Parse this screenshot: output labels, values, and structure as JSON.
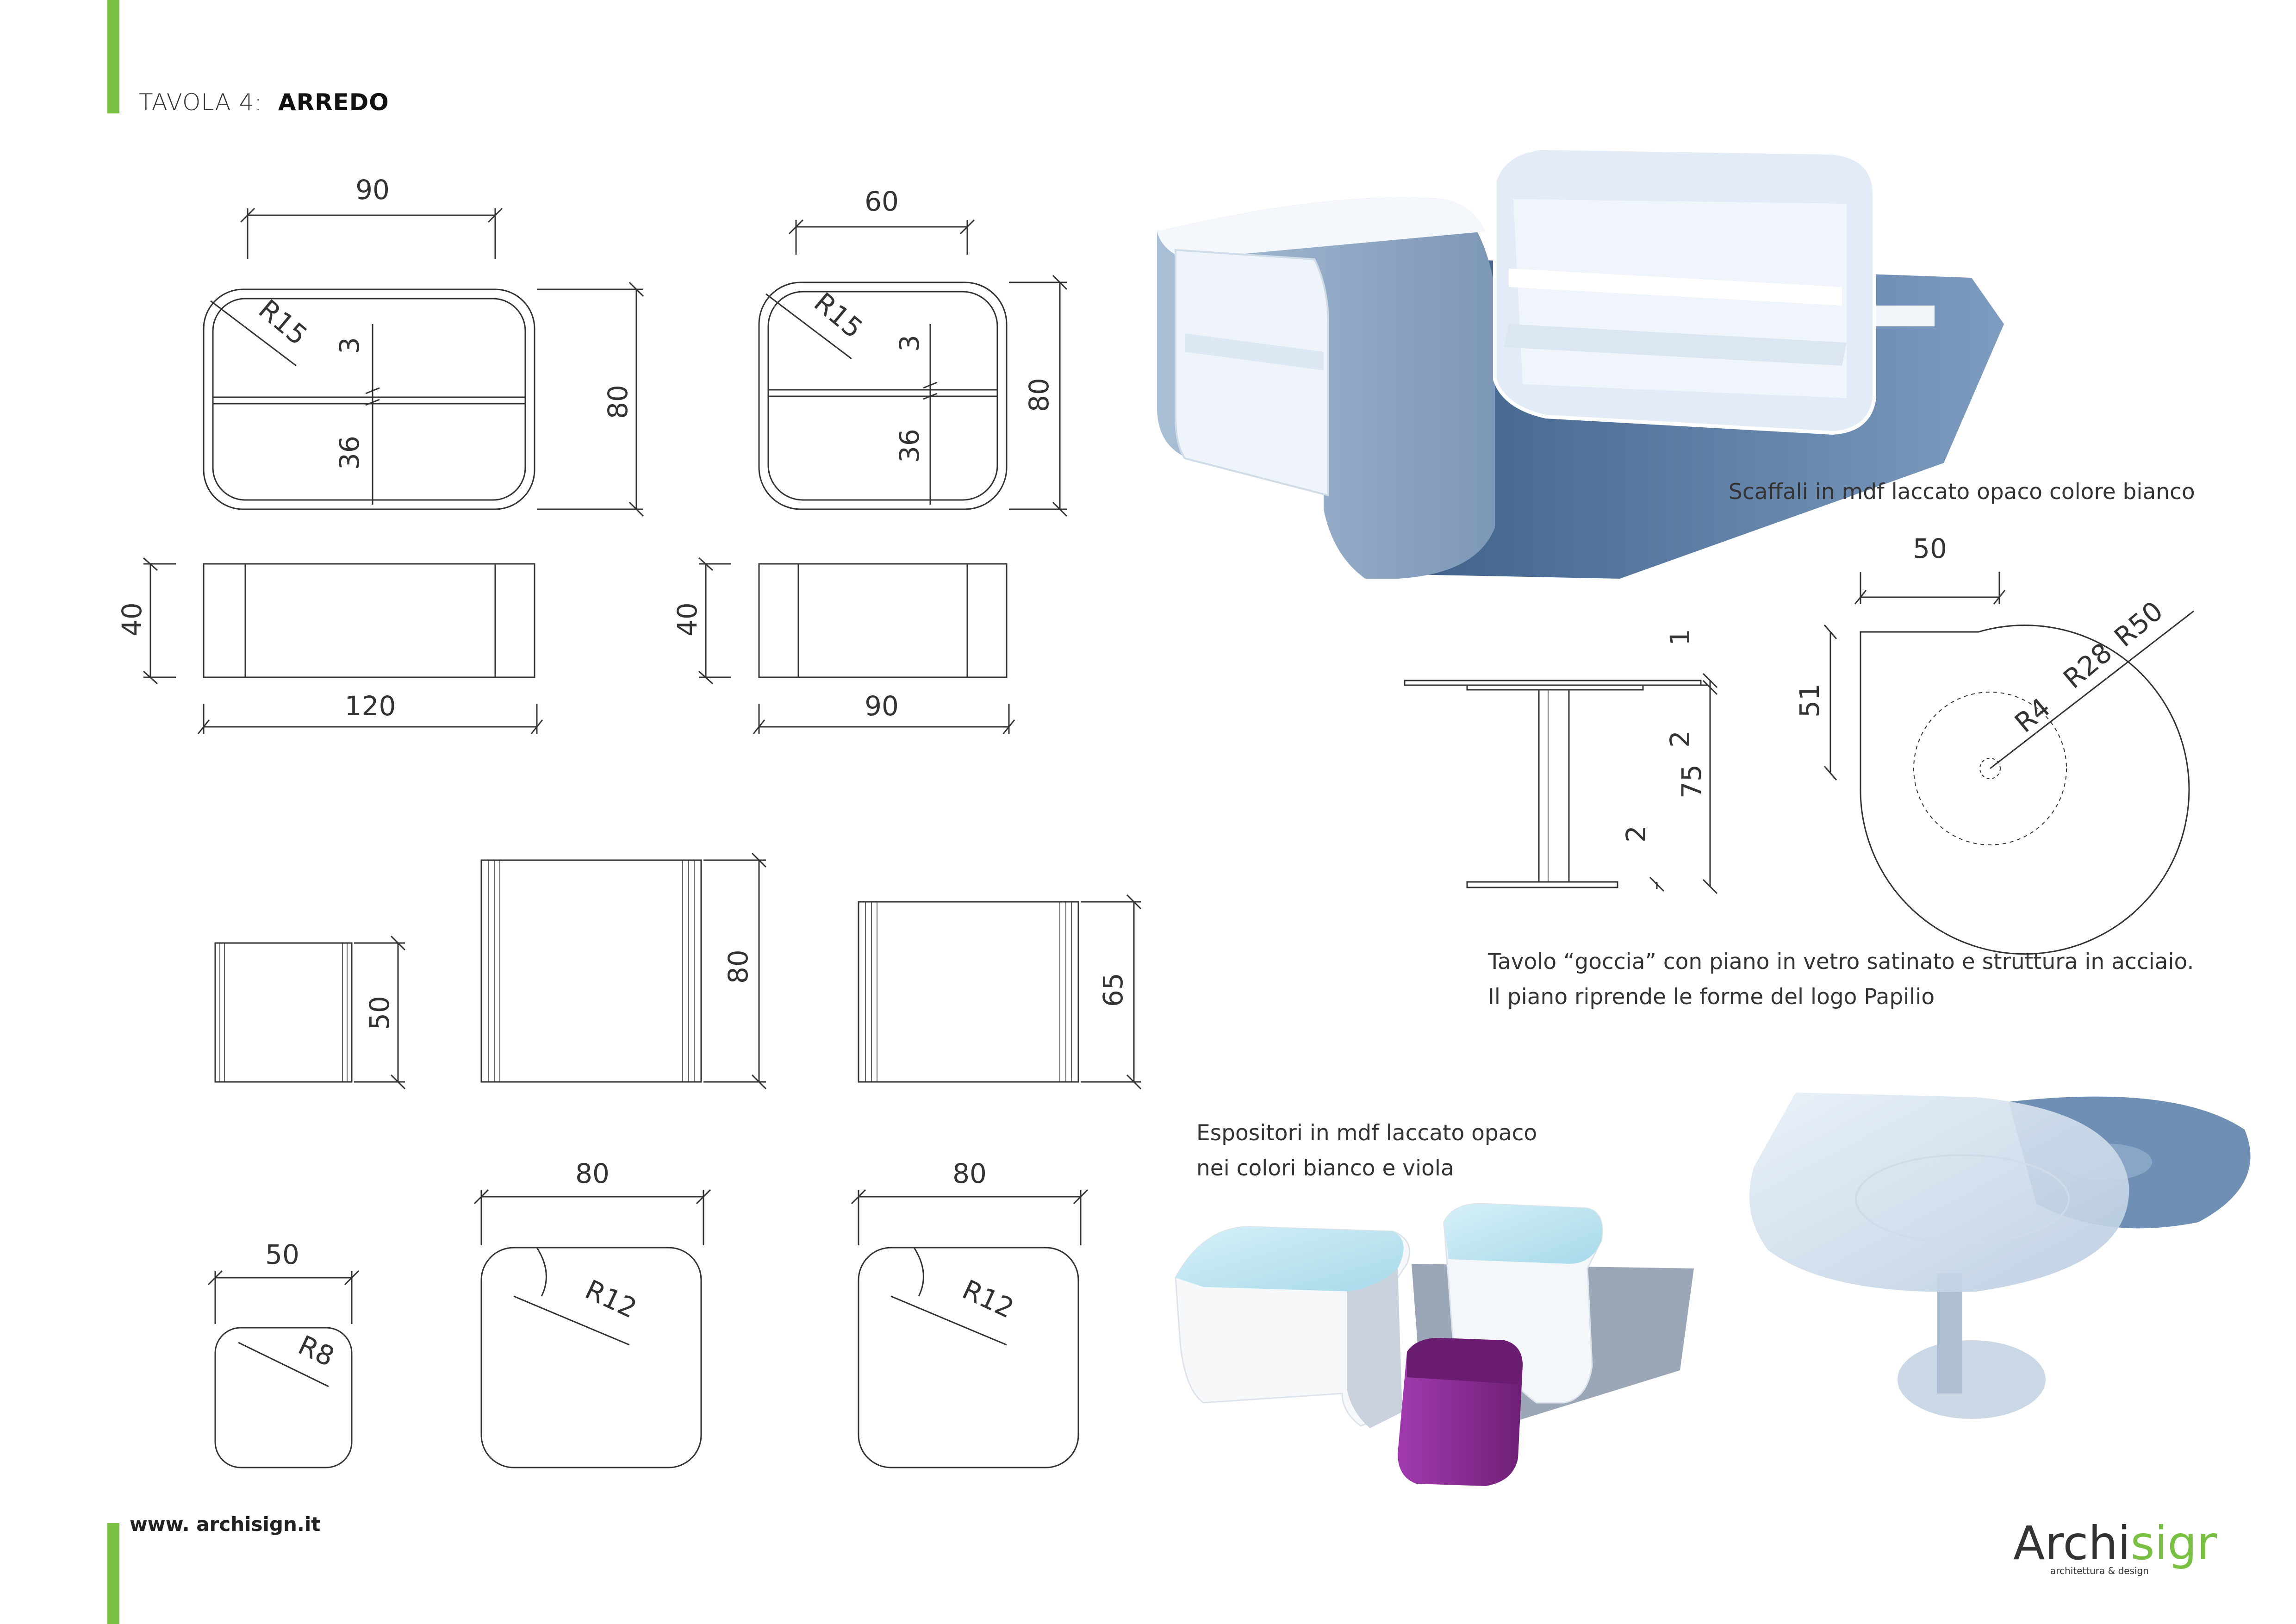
{
  "header": {
    "sheet_label": "TAVOLA 4:",
    "sheet_title": "ARREDO"
  },
  "footer": {
    "website": "www. archisign.it"
  },
  "logo": {
    "brand_part1": "rchi",
    "brand_part2": "sign",
    "brand_a": "A",
    "tagline": "architettura & design",
    "colors": {
      "dark": "#333333",
      "green": "#7ac143"
    }
  },
  "captions": {
    "shelves": "Scaffali in mdf laccato opaco colore bianco",
    "table_line1": "Tavolo “goccia” con piano in vetro satinato e struttura in acciaio.",
    "table_line2": "Il piano riprende le forme del logo Papilio",
    "displays_line1": "Espositori in mdf laccato opaco",
    "displays_line2": "nei colori bianco e viola"
  },
  "dimensions": {
    "shelf_large": {
      "width": "90",
      "height": "80",
      "radius": "R15",
      "upper": "3",
      "lower": "36",
      "depth": "40",
      "length": "120"
    },
    "shelf_small": {
      "width": "60",
      "height": "80",
      "radius": "R15",
      "upper": "3",
      "lower": "36",
      "depth": "40",
      "length": "90"
    },
    "display_elev": {
      "h1": "50",
      "h2": "80",
      "h3": "65"
    },
    "display_plan": {
      "w1": "50",
      "r1": "R8",
      "w2": "80",
      "r2": "R12",
      "w3": "80",
      "r3": "R12"
    },
    "table_elev": {
      "top": "1",
      "gap": "2",
      "height": "75",
      "base": "2"
    },
    "table_plan": {
      "width": "50",
      "depth": "51",
      "r_small": "R4",
      "r_mid": "R28",
      "r_large": "R50"
    }
  },
  "colors": {
    "accent_green": "#7ac143",
    "render_blue": "#5f7ea6",
    "render_white": "#f4f8fc",
    "purple": "#8e2b95"
  }
}
